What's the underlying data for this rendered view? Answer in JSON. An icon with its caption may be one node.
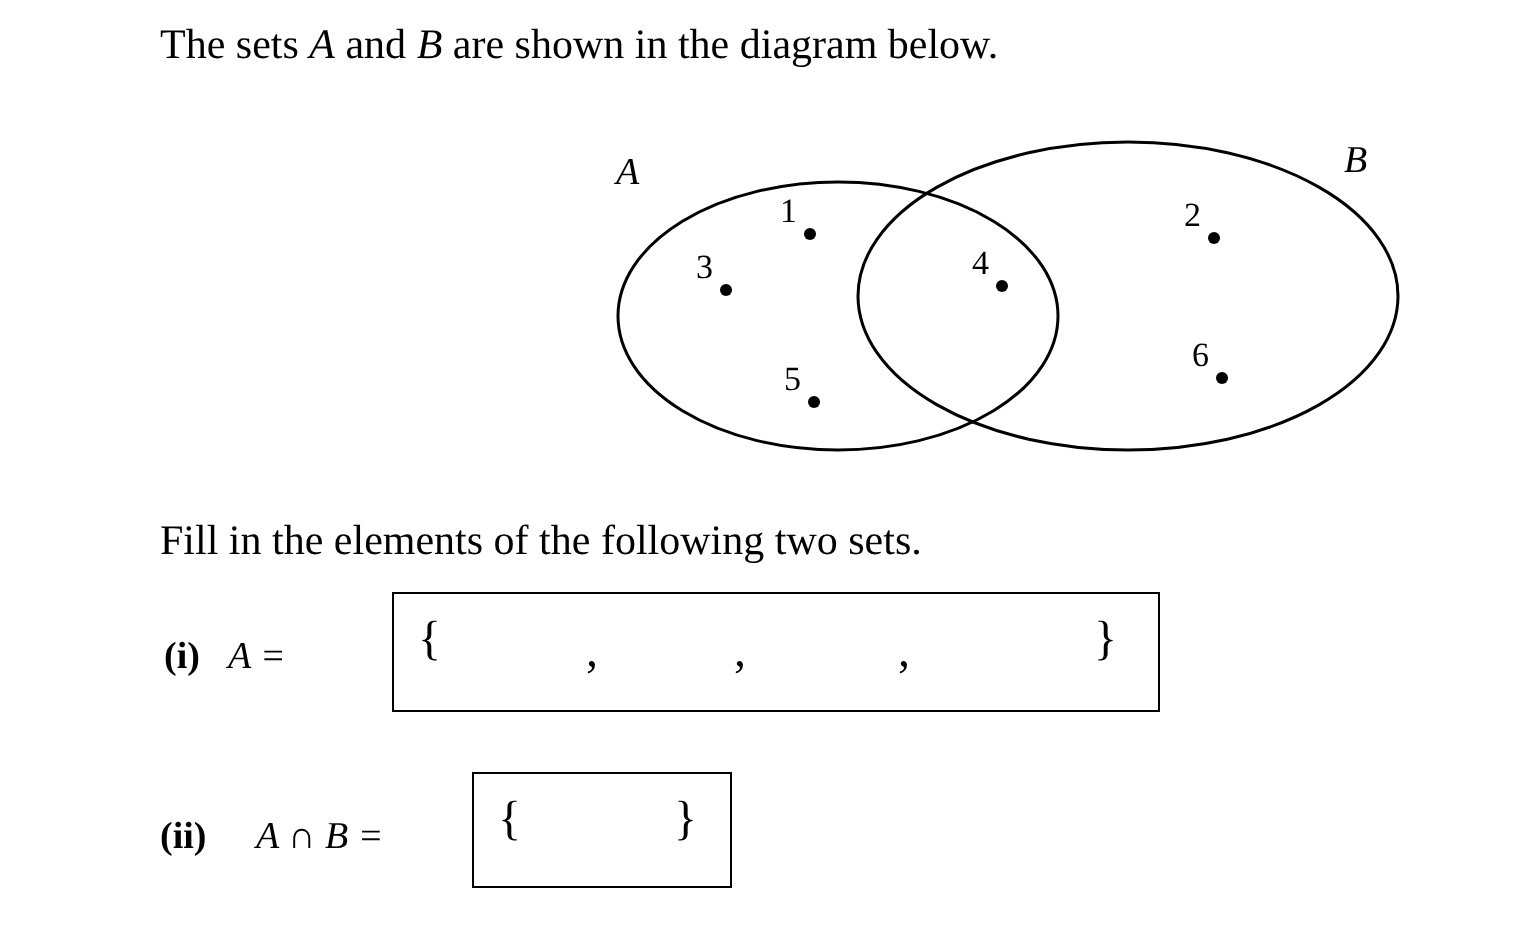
{
  "diagram": {
    "title": "The sets *A* and *B* are shown in the diagram below.",
    "nodes": [
      {
        "text": [
          "A"
        ]
      },
      {
        "text": [
          "B"
        ]
      },
      {
        "text": [
          "{",
          ",",
          ",",
          ",",
          "}"
        ]
      },
      {
        "text": [
          "{",
          "}"
        ]
      }
    ],
    "edges": [],
    "labels": [
      "1",
      "2",
      "3",
      "4",
      "6",
      "5",
      "Fill in the elements of the following two sets.",
      "(i)",
      "A =",
      "(ii)",
      "A ∩ B ="
    ]
  }
}
